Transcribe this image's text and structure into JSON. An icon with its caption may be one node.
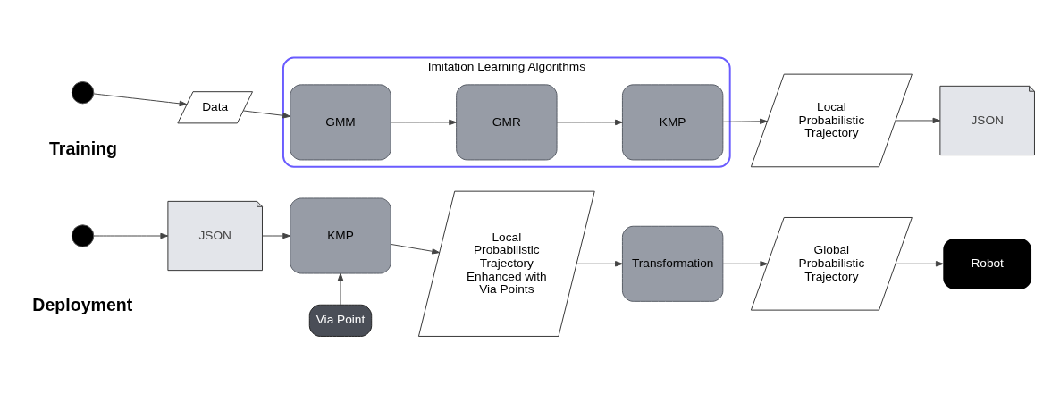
{
  "diagram": {
    "nodes": [
      {
        "text": [],
        "shape": "circle"
      },
      {
        "text": [
          "Data"
        ]
      },
      {
        "text": [
          "Imitation Learning Algorithms"
        ]
      },
      {
        "text": [
          "GMM"
        ],
        "in": 2
      },
      {
        "text": [
          "GMR"
        ],
        "in": 2
      },
      {
        "text": [
          "KMP"
        ],
        "in": 2
      },
      {
        "text": [
          "Local Probabilistic Trajectory"
        ]
      },
      {
        "text": [
          "JSON"
        ]
      },
      {
        "text": [
          "Via Point"
        ]
      },
      {
        "text": [],
        "shape": "circle"
      },
      {
        "text": [
          "JSON"
        ]
      },
      {
        "text": [
          "KMP"
        ]
      },
      {
        "text": [
          "Local Probabilistic Trajectory Enhanced with Via Points"
        ]
      },
      {
        "text": [
          "Transformation"
        ]
      },
      {
        "text": [
          "Global Probabilistic Trajectory"
        ]
      },
      {
        "text": [
          "Robot"
        ]
      }
    ],
    "edges": [
      {
        "from": 0,
        "to": 1,
        "arrow": "to"
      },
      {
        "from": 1,
        "to": 3,
        "arrow": "to"
      },
      {
        "from": 3,
        "to": 4,
        "arrow": "to"
      },
      {
        "from": 4,
        "to": 5,
        "arrow": "to"
      },
      {
        "from": 5,
        "to": 6,
        "arrow": "to"
      },
      {
        "from": 6,
        "to": 7,
        "arrow": "to"
      },
      {
        "from": 9,
        "to": 10,
        "arrow": "to"
      },
      {
        "from": 10,
        "to": 11,
        "arrow": "to"
      },
      {
        "from": 8,
        "to": 11,
        "arrow": "to"
      },
      {
        "from": 11,
        "to": 12,
        "arrow": "to"
      },
      {
        "from": 12,
        "to": 13,
        "arrow": "to"
      },
      {
        "from": 13,
        "to": 14,
        "arrow": "to"
      },
      {
        "from": 14,
        "to": 15,
        "arrow": "to"
      }
    ],
    "labels": [
      "Training",
      "Deployment"
    ]
  }
}
